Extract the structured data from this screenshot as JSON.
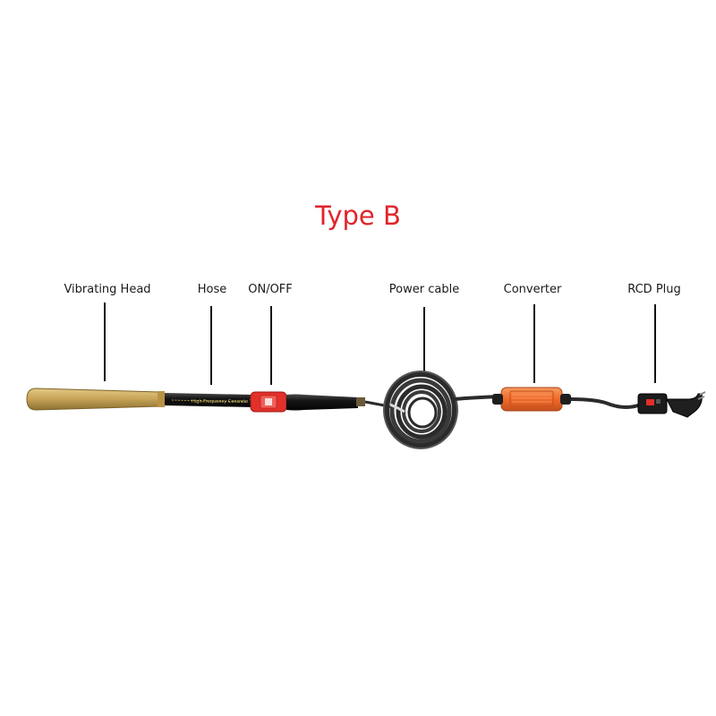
{
  "title": "Type B",
  "title_color": "#e0242b",
  "components": [
    {
      "id": "vibrating-head",
      "label": "Vibrating Head"
    },
    {
      "id": "hose",
      "label": "Hose"
    },
    {
      "id": "on-off",
      "label": "ON/OFF"
    },
    {
      "id": "power-cable",
      "label": "Power cable"
    },
    {
      "id": "converter",
      "label": "Converter"
    },
    {
      "id": "rcd-plug",
      "label": "RCD Plug"
    }
  ],
  "hose_print": "High-Frequency Concrete Vibrator",
  "colors": {
    "head": "#c9a75a",
    "hose": "#151515",
    "switch": "#e2302a",
    "converter": "#f06a2a",
    "cable": "#2b2b2b"
  }
}
